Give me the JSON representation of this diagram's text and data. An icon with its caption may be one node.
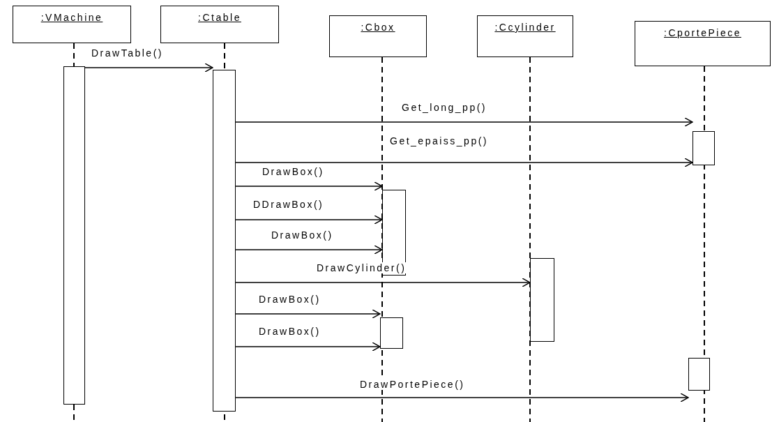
{
  "diagram": {
    "nodes": [
      {
        "text": [
          ":VMachine"
        ]
      },
      {
        "text": [
          ":Ctable"
        ]
      },
      {
        "text": [
          ":Cbox"
        ]
      },
      {
        "text": [
          ":Ccylinder"
        ]
      },
      {
        "text": [
          ":CportePiece"
        ]
      },
      {
        "text": [],
        "shape": "bar"
      },
      {
        "text": [],
        "shape": "bar"
      },
      {
        "text": [],
        "shape": "bar"
      },
      {
        "text": [],
        "shape": "bar"
      },
      {
        "text": [],
        "shape": "bar"
      },
      {
        "text": [],
        "shape": "bar"
      },
      {
        "text": [],
        "shape": "bar"
      }
    ],
    "edges": [
      {
        "from": 5,
        "to": 6,
        "arrow": "to",
        "label": "DrawTable()"
      },
      {
        "from": 6,
        "to": 7,
        "arrow": "to",
        "label": "Get_long_pp()"
      },
      {
        "from": 6,
        "to": 7,
        "arrow": "to",
        "label": "Get_epaiss_pp()"
      },
      {
        "from": 6,
        "to": 8,
        "arrow": "to",
        "label": "DrawBox()"
      },
      {
        "from": 6,
        "to": 8,
        "arrow": "to",
        "label": "DDrawBox()"
      },
      {
        "from": 6,
        "to": 8,
        "arrow": "to",
        "label": "DrawBox()"
      },
      {
        "from": 6,
        "to": 9,
        "arrow": "to",
        "label": "DrawCylinder()"
      },
      {
        "from": 6,
        "to": 10,
        "arrow": "to",
        "label": "DrawBox()"
      },
      {
        "from": 6,
        "to": 10,
        "arrow": "to",
        "label": "DrawBox()"
      },
      {
        "from": 6,
        "to": 11,
        "arrow": "to",
        "label": "DrawPortePiece()"
      }
    ]
  }
}
